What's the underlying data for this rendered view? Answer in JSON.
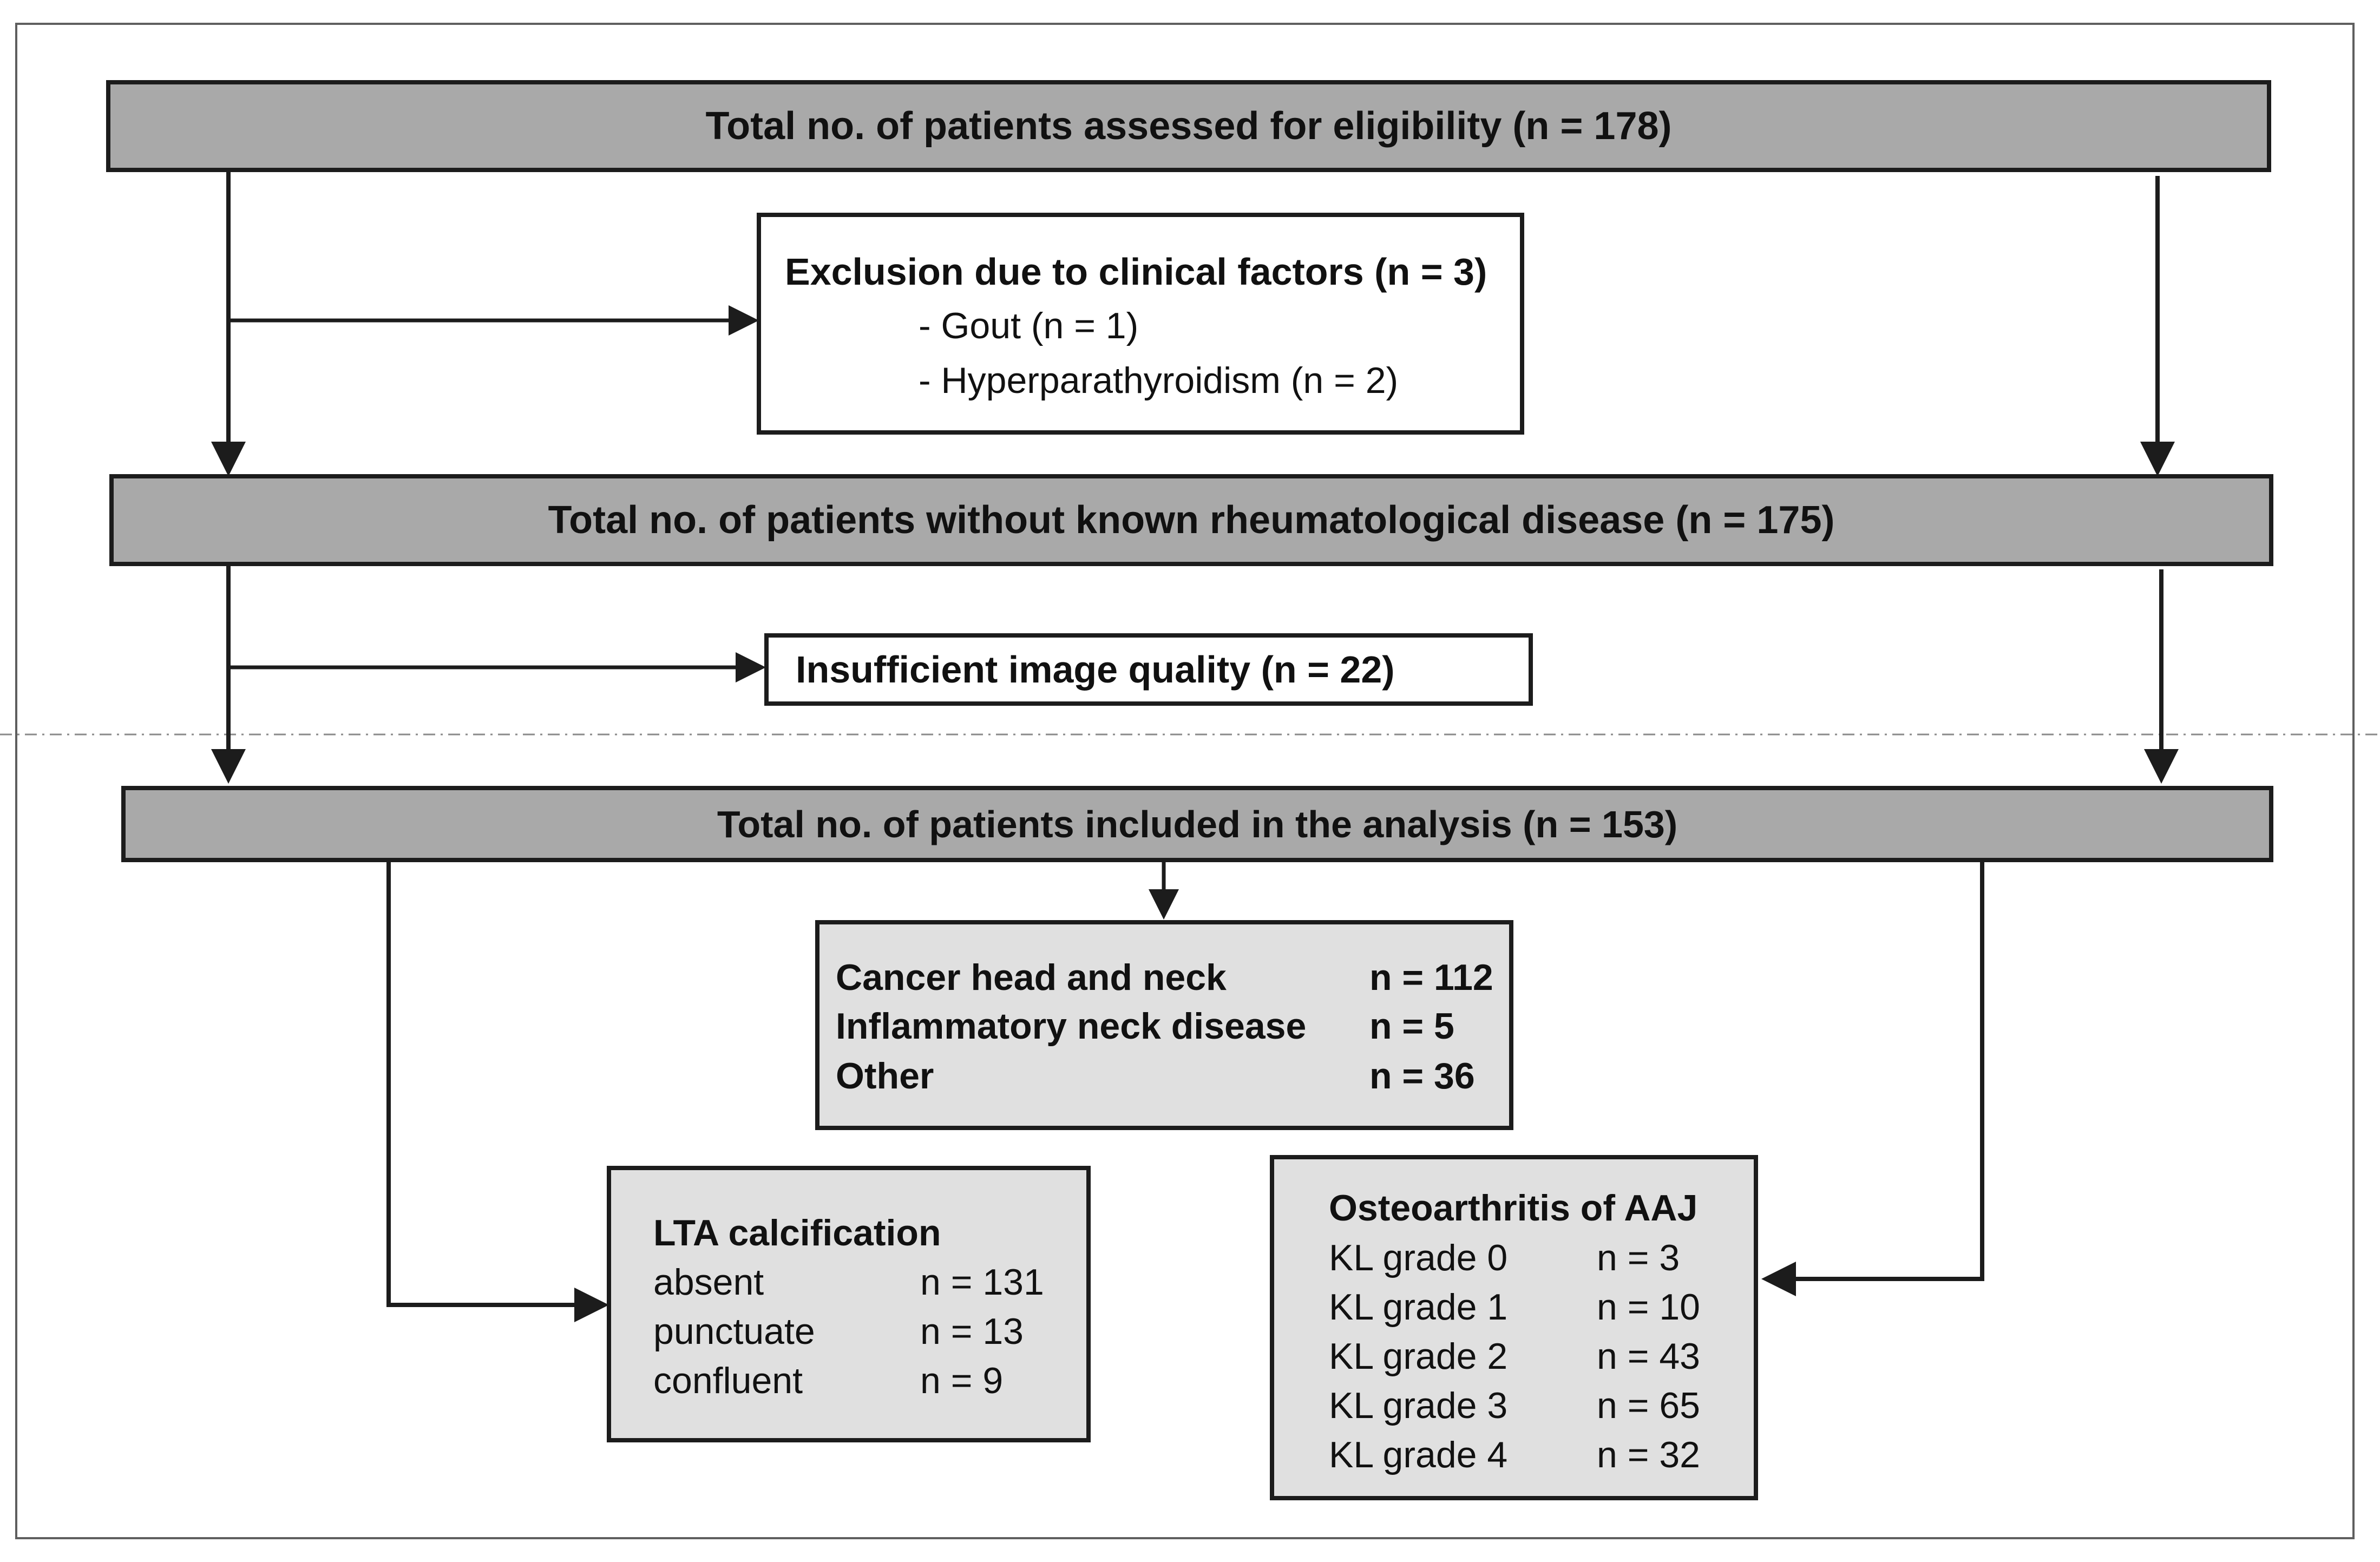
{
  "top": {
    "title": "Total no. of patients assessed for eligibility (n = 178)"
  },
  "exclusion1": {
    "title": "Exclusion due to clinical factors (n = 3)",
    "items": [
      "- Gout (n = 1)",
      "- Hyperparathyroidism (n = 2)"
    ]
  },
  "middle": {
    "title": "Total no. of patients without known rheumatological disease (n = 175)"
  },
  "exclusion2": {
    "title": "Insufficient image quality (n = 22)"
  },
  "included": {
    "title": "Total no. of patients included in the analysis (n = 153)"
  },
  "diagnosis": {
    "rows": [
      {
        "label": "Cancer head and neck",
        "count": "n = 112"
      },
      {
        "label": "Inflammatory neck disease",
        "count": "n = 5"
      },
      {
        "label": "Other",
        "count": "n = 36"
      }
    ]
  },
  "lta": {
    "title": "LTA calcification",
    "rows": [
      {
        "label": "absent",
        "count": "n = 131"
      },
      {
        "label": "punctuate",
        "count": "n = 13"
      },
      {
        "label": "confluent",
        "count": "n = 9"
      }
    ]
  },
  "oa": {
    "title": "Osteoarthritis of AAJ",
    "rows": [
      {
        "label": "KL grade 0",
        "count": "n = 3"
      },
      {
        "label": "KL grade 1",
        "count": "n = 10"
      },
      {
        "label": "KL grade 2",
        "count": "n = 43"
      },
      {
        "label": "KL grade 3",
        "count": "n = 65"
      },
      {
        "label": "KL grade 4",
        "count": "n = 32"
      }
    ]
  },
  "colors": {
    "dark_fill": "#a9a9a9",
    "light_fill": "#e0e0e0",
    "stroke": "#1c1c1c"
  }
}
